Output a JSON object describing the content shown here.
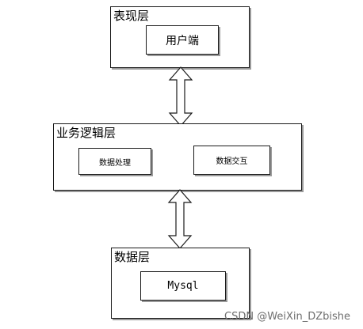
{
  "diagram": {
    "presentation_layer": {
      "title": "表现层",
      "client_box": "用户端"
    },
    "business_layer": {
      "title": "业务逻辑层",
      "data_processing_box": "数据处理",
      "data_exchange_box": "数据交互"
    },
    "data_layer": {
      "title": "数据层",
      "database_box": "Mysql"
    },
    "connectors": [
      {
        "from": "表现层",
        "to": "业务逻辑层",
        "style": "double-headed-arrow"
      },
      {
        "from": "业务逻辑层",
        "to": "数据层",
        "style": "double-headed-arrow"
      }
    ]
  },
  "watermark": "CSDN @WeiXin_DZbishe"
}
